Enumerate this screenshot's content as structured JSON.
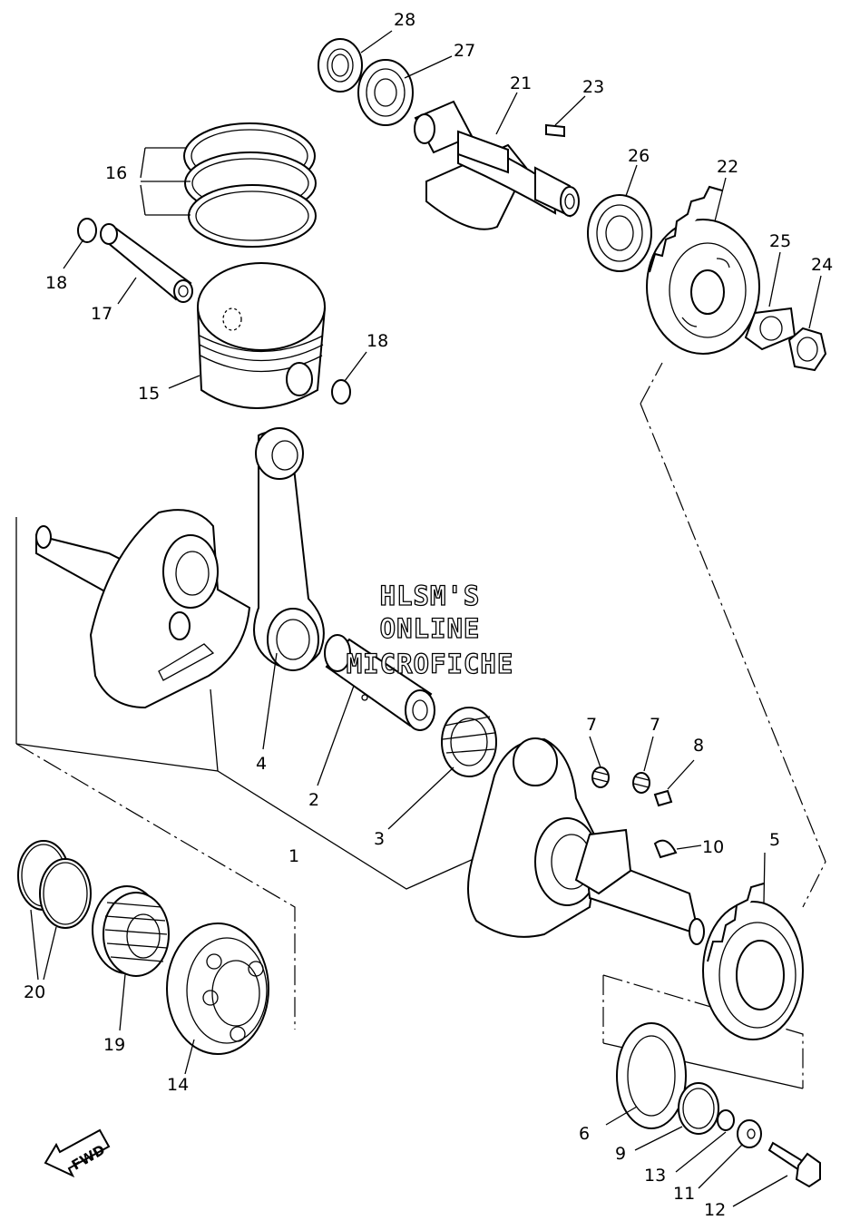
{
  "watermark": {
    "line1": "HLSM'S",
    "line2": "ONLINE",
    "line3": "MICROFICHE"
  },
  "fwd_label": "FWD",
  "callouts": {
    "c1": "1",
    "c2": "2",
    "c3": "3",
    "c4": "4",
    "c5": "5",
    "c6": "6",
    "c7a": "7",
    "c7b": "7",
    "c8": "8",
    "c9": "9",
    "c10": "10",
    "c11": "11",
    "c12": "12",
    "c13": "13",
    "c14": "14",
    "c15": "15",
    "c16": "16",
    "c17": "17",
    "c18a": "18",
    "c18b": "18",
    "c19": "19",
    "c20": "20",
    "c21": "21",
    "c22": "22",
    "c23": "23",
    "c24": "24",
    "c25": "25",
    "c26": "26",
    "c27": "27",
    "c28": "28"
  }
}
